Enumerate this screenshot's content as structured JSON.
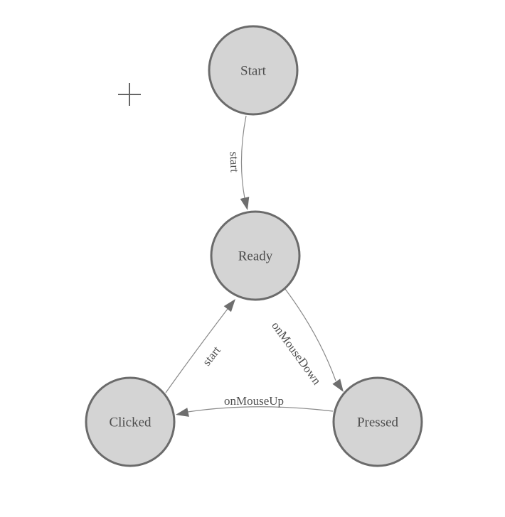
{
  "diagram": {
    "type": "state-machine",
    "nodes": [
      {
        "id": "start",
        "label": "Start"
      },
      {
        "id": "ready",
        "label": "Ready"
      },
      {
        "id": "clicked",
        "label": "Clicked"
      },
      {
        "id": "pressed",
        "label": "Pressed"
      }
    ],
    "edges": [
      {
        "from": "start",
        "to": "ready",
        "label": "start"
      },
      {
        "from": "ready",
        "to": "pressed",
        "label": "onMouseDown"
      },
      {
        "from": "pressed",
        "to": "clicked",
        "label": "onMouseUp"
      },
      {
        "from": "clicked",
        "to": "ready",
        "label": "start"
      }
    ]
  },
  "colors": {
    "background": "#ffffff",
    "node_fill": "#d4d4d4",
    "node_stroke": "#6b6b6b",
    "node_text": "#4d4d4d",
    "edge_line": "#8a8a8a",
    "arrowhead": "#6e6e6e",
    "edge_label_text": "#4f4f4f",
    "crosshair": "#666666"
  }
}
